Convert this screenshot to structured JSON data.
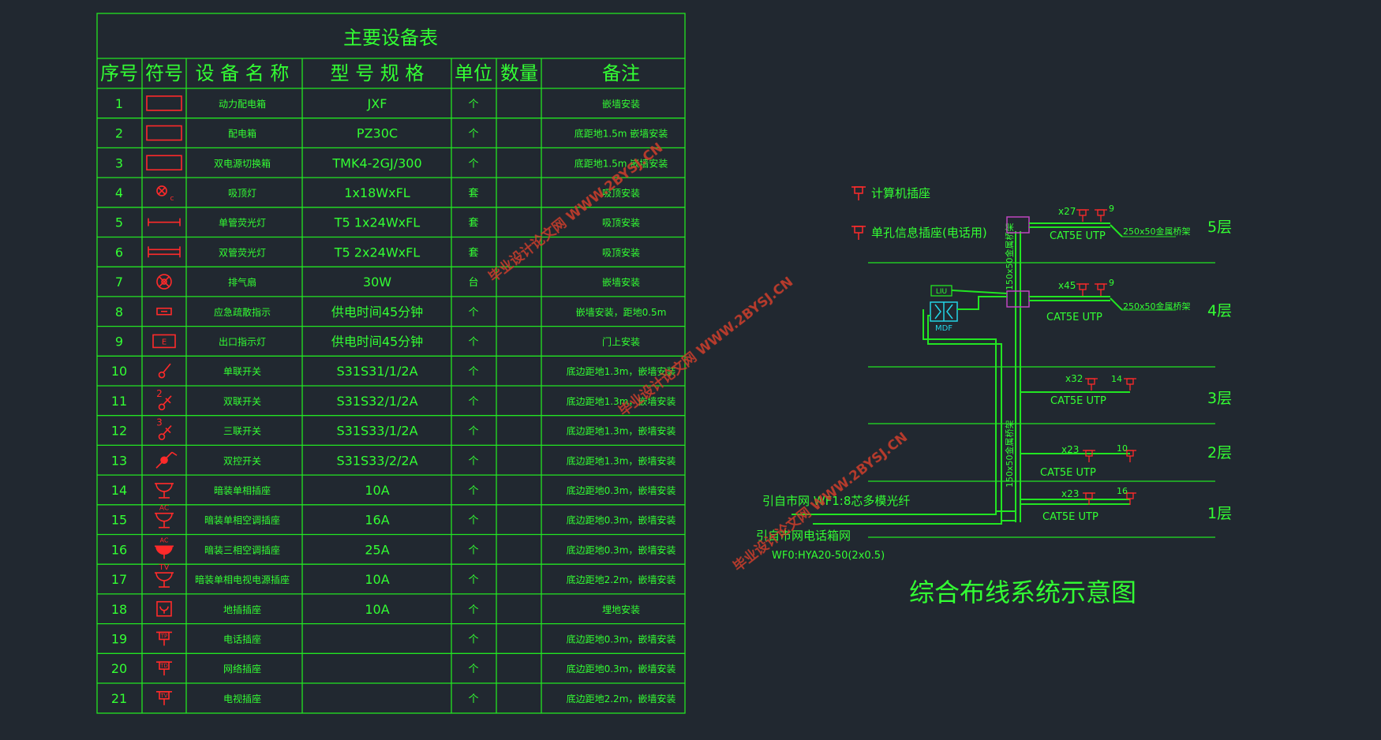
{
  "table": {
    "title": "主要设备表",
    "headers": [
      "序号",
      "符号",
      "设 备 名 称",
      "型 号 规 格",
      "单位",
      "数量",
      "备注"
    ],
    "rows": [
      {
        "no": "1",
        "symbol": "box",
        "name": "动力配电箱",
        "model": "JXF",
        "unit": "个",
        "qty": "",
        "note": "嵌墙安装"
      },
      {
        "no": "2",
        "symbol": "box",
        "name": "配电箱",
        "model": "PZ30C",
        "unit": "个",
        "qty": "",
        "note": "底距地1.5m 嵌墙安装"
      },
      {
        "no": "3",
        "symbol": "box",
        "name": "双电源切换箱",
        "model": "TMK4-2GJ/300",
        "unit": "个",
        "qty": "",
        "note": "底距地1.5m 嵌墙安装"
      },
      {
        "no": "4",
        "symbol": "ceiling-lamp",
        "name": "吸顶灯",
        "model": "1x18WxFL",
        "unit": "套",
        "qty": "",
        "note": "吸顶安装"
      },
      {
        "no": "5",
        "symbol": "single-tube",
        "name": "单管荧光灯",
        "model": "T5  1x24WxFL",
        "unit": "套",
        "qty": "",
        "note": "吸顶安装"
      },
      {
        "no": "6",
        "symbol": "double-tube",
        "name": "双管荧光灯",
        "model": "T5  2x24WxFL",
        "unit": "套",
        "qty": "",
        "note": "吸顶安装"
      },
      {
        "no": "7",
        "symbol": "fan",
        "name": "排气扇",
        "model": "30W",
        "unit": "台",
        "qty": "",
        "note": "嵌墙安装"
      },
      {
        "no": "8",
        "symbol": "evac",
        "name": "应急疏散指示",
        "model": "供电时间45分钟",
        "unit": "个",
        "qty": "",
        "note": "嵌墙安装，距地0.5m"
      },
      {
        "no": "9",
        "symbol": "exit",
        "name": "出口指示灯",
        "model": "供电时间45分钟",
        "unit": "个",
        "qty": "",
        "note": "门上安装"
      },
      {
        "no": "10",
        "symbol": "switch1",
        "name": "单联开关",
        "model": "S31S31/1/2A",
        "unit": "个",
        "qty": "",
        "note": "底边距地1.3m，嵌墙安装"
      },
      {
        "no": "11",
        "symbol": "switch2",
        "name": "双联开关",
        "model": "S31S32/1/2A",
        "unit": "个",
        "qty": "",
        "note": "底边距地1.3m，嵌墙安装"
      },
      {
        "no": "12",
        "symbol": "switch3",
        "name": "三联开关",
        "model": "S31S33/1/2A",
        "unit": "个",
        "qty": "",
        "note": "底边距地1.3m，嵌墙安装"
      },
      {
        "no": "13",
        "symbol": "switch2way",
        "name": "双控开关",
        "model": "S31S33/2/2A",
        "unit": "个",
        "qty": "",
        "note": "底边距地1.3m，嵌墙安装"
      },
      {
        "no": "14",
        "symbol": "socket",
        "name": "暗装单相插座",
        "model": "10A",
        "unit": "个",
        "qty": "",
        "note": "底边距地0.3m，嵌墙安装"
      },
      {
        "no": "15",
        "symbol": "socket-ac",
        "name": "暗装单相空调插座",
        "model": "16A",
        "unit": "个",
        "qty": "",
        "note": "底边距地0.3m，嵌墙安装"
      },
      {
        "no": "16",
        "symbol": "socket-3ph",
        "name": "暗装三相空调插座",
        "model": "25A",
        "unit": "个",
        "qty": "",
        "note": "底边距地0.3m，嵌墙安装"
      },
      {
        "no": "17",
        "symbol": "socket-tv",
        "name": "暗装单相电视电源插座",
        "model": "10A",
        "unit": "个",
        "qty": "",
        "note": "底边距地2.2m，嵌墙安装"
      },
      {
        "no": "18",
        "symbol": "floor-socket",
        "name": "地插插座",
        "model": "10A",
        "unit": "个",
        "qty": "",
        "note": "埋地安装"
      },
      {
        "no": "19",
        "symbol": "tp",
        "name": "电话插座",
        "model": "",
        "unit": "个",
        "qty": "",
        "note": "底边距地0.3m，嵌墙安装"
      },
      {
        "no": "20",
        "symbol": "td",
        "name": "网络插座",
        "model": "",
        "unit": "个",
        "qty": "",
        "note": "底边距地0.3m，嵌墙安装"
      },
      {
        "no": "21",
        "symbol": "tv",
        "name": "电视插座",
        "model": "",
        "unit": "个",
        "qty": "",
        "note": "底边距地2.2m，嵌墙安装"
      }
    ]
  },
  "wiring": {
    "legend": [
      {
        "symbol": "TD",
        "label": "计算机插座"
      },
      {
        "symbol": "TP",
        "label": "单孔信息插座(电话用)"
      }
    ],
    "floors": [
      {
        "label": "5层",
        "cable": "CAT5E  UTP",
        "count_td": "x27",
        "count_tp": "9",
        "tray": "250x50金属桥架"
      },
      {
        "label": "4层",
        "cable": "CAT5E  UTP",
        "count_td": "x45",
        "count_tp": "9",
        "tray": "250x50金属桥架"
      },
      {
        "label": "3层",
        "cable": "CAT5E  UTP",
        "count_td": "x32",
        "count_tp": "14",
        "tray": ""
      },
      {
        "label": "2层",
        "cable": "CAT5E  UTP",
        "count_td": "x23",
        "count_tp": "10",
        "tray": ""
      },
      {
        "label": "1层",
        "cable": "CAT5E  UTP",
        "count_td": "x23",
        "count_tp": "16",
        "tray": ""
      }
    ],
    "riser_upper": "150x50金属桥架",
    "riser_lower": "150x50金属桥架",
    "mdf_box": "LIU",
    "mdf_label": "MDF",
    "feed1": "引自市网  WF1:8芯多模光纤",
    "feed2": "引自市网电话箱网",
    "feed3": "WF0:HYA20-50(2x0.5)",
    "title": "综合布线系统示意图"
  },
  "watermark": "毕业设计论文网 WWW.2BYSJ.CN",
  "colors": {
    "background": "#212830",
    "line": "#22e522",
    "text": "#33ff33",
    "symbol": "#ff2a2a",
    "box": "#c046c0",
    "cyan": "#22d4e6",
    "watermark": "#d23f2c"
  }
}
